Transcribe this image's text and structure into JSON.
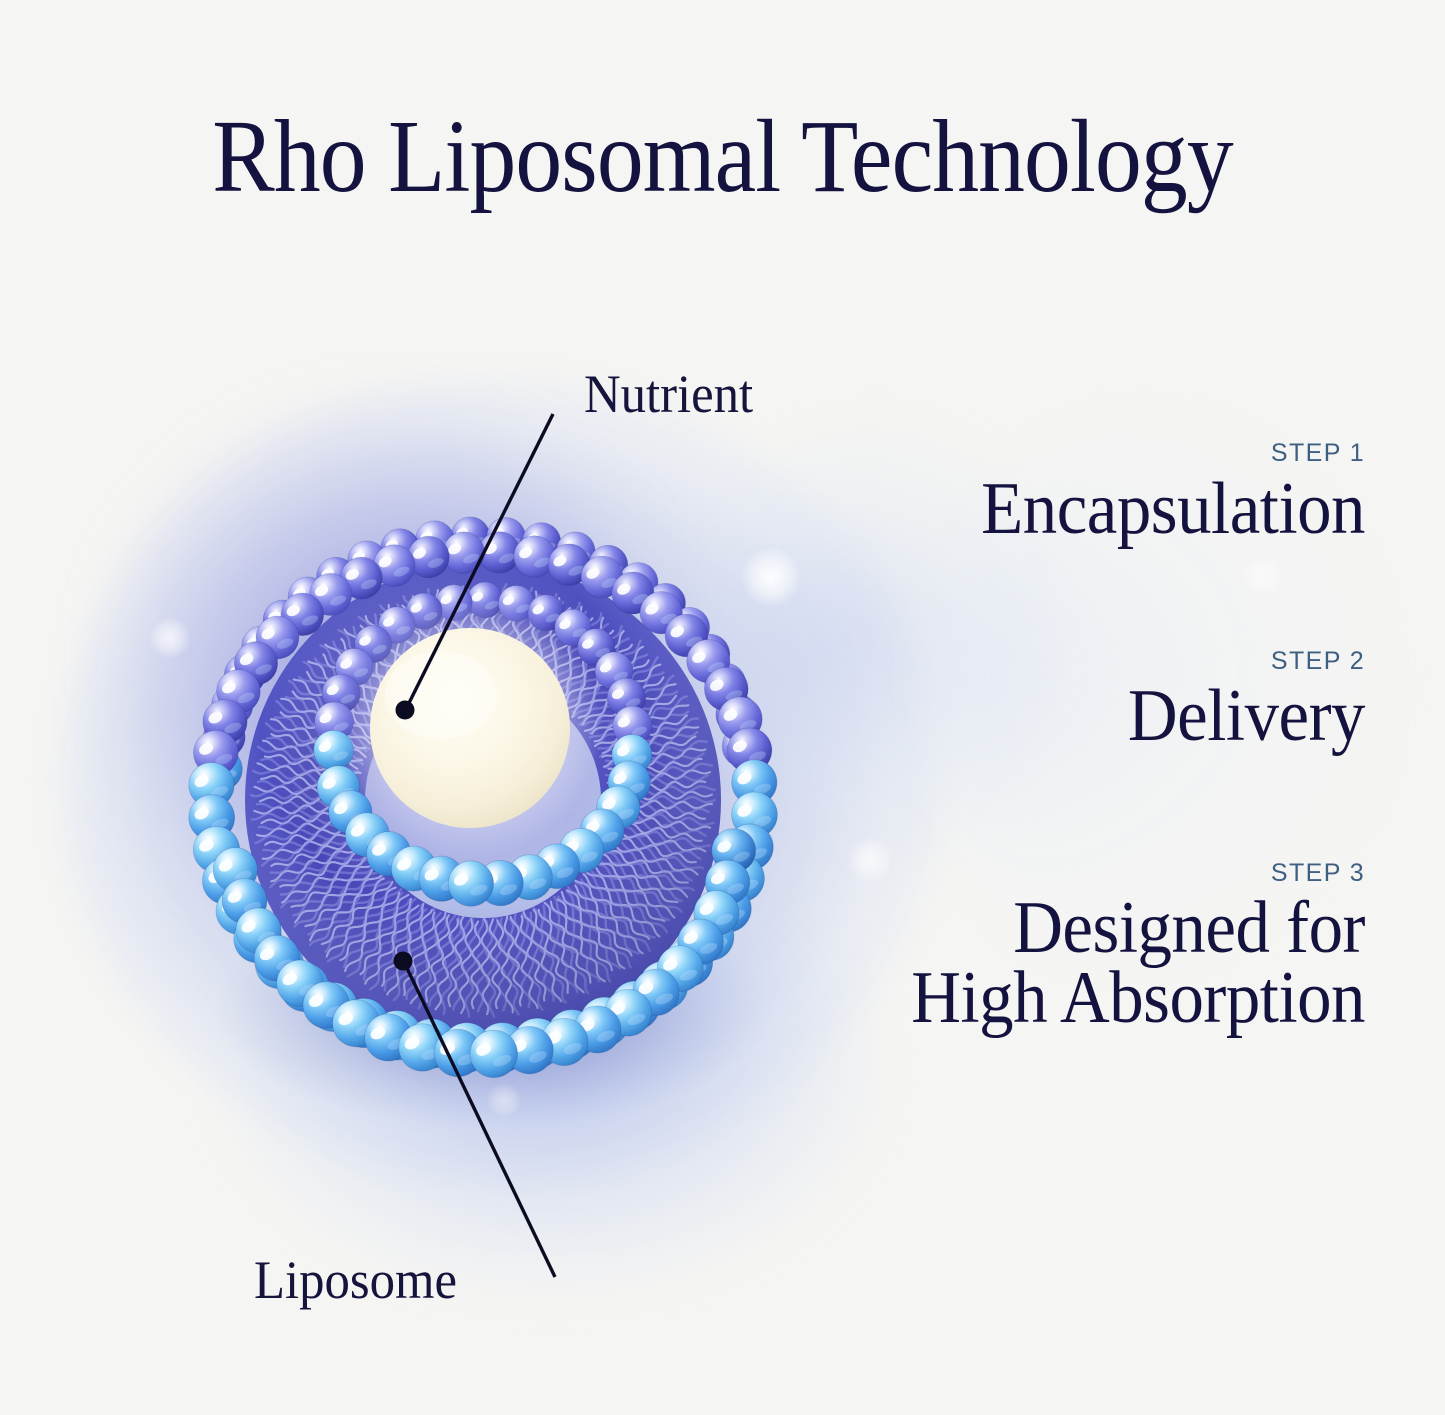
{
  "page": {
    "title": "Rho Liposomal Technology",
    "background_color": "#f5f5f3",
    "ink_color": "#14133f",
    "eyebrow_color": "#3f5f82"
  },
  "diagram": {
    "name": "liposome-cross-section",
    "callouts": [
      {
        "id": "nutrient",
        "label": "Nutrient",
        "target": "core"
      },
      {
        "id": "liposome",
        "label": "Liposome",
        "target": "outer-bilayer"
      }
    ],
    "colors": {
      "head_outer_light": "#6fc0f5",
      "head_outer_mid": "#4f9fe8",
      "head_inner_violet": "#7b7fe0",
      "head_violet_deep": "#5a5ccb",
      "tail_region": "#4a49b8",
      "core_cream": "#fbf7e6",
      "core_edge": "#efe8cf",
      "glow_periwinkle": "#9aa3e1"
    }
  },
  "steps": [
    {
      "eyebrow": "STEP 1",
      "lines": [
        "Encapsulation"
      ]
    },
    {
      "eyebrow": "STEP 2",
      "lines": [
        "Delivery"
      ]
    },
    {
      "eyebrow": "STEP 3",
      "lines": [
        "Designed for",
        "High Absorption"
      ]
    }
  ]
}
